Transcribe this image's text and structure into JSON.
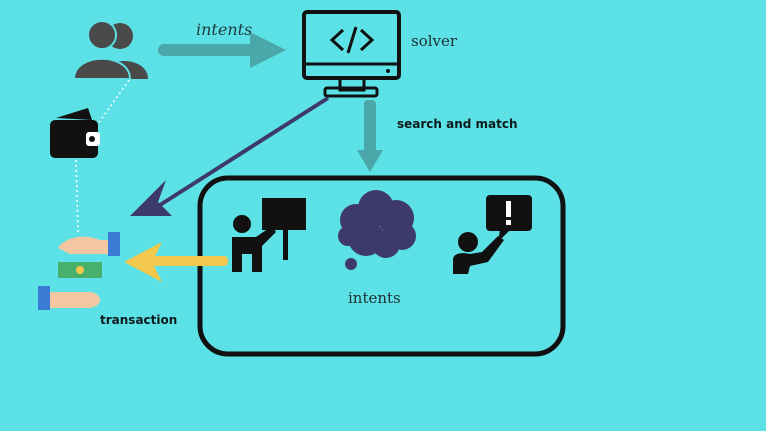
{
  "colors": {
    "background": "#5ce1e6",
    "stroke": "#111111",
    "users": "#4a4a4a",
    "teal_arrow": "#4ba7a9",
    "navy_arrow": "#3d3a6b",
    "yellow_arrow": "#f2c94c",
    "cloud": "#3d3a6b",
    "cash_green": "#49b06c",
    "hand_skin": "#f5c7a1",
    "cuff_blue": "#3a7bd5"
  },
  "labels": {
    "intents_arrow": "intents",
    "solver": "solver",
    "search_and_match": "search and match",
    "intents_box": "intents",
    "transaction": "transaction"
  },
  "icons": {
    "users": "users-icon",
    "computer": "computer-code-icon",
    "wallet": "wallet-icon",
    "presenter": "presenter-board-icon",
    "thought": "thought-cloud-icon",
    "alert_person": "person-alert-icon",
    "transaction": "hands-money-icon"
  }
}
